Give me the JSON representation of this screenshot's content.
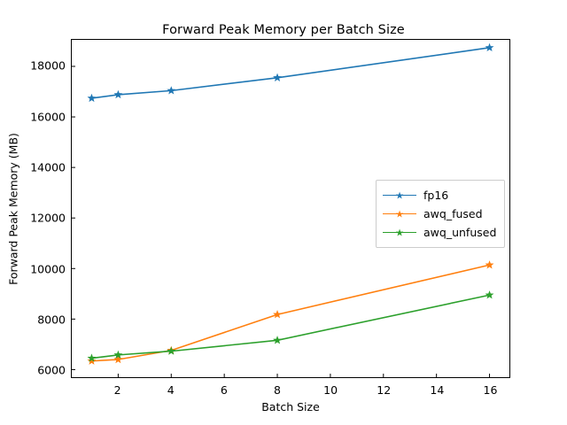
{
  "chart_data": {
    "type": "line",
    "title": "Forward Peak Memory per Batch Size",
    "xlabel": "Batch Size",
    "ylabel": "Forward Peak Memory (MB)",
    "x": [
      1,
      2,
      4,
      8,
      16
    ],
    "xlim": [
      0.25,
      16.75
    ],
    "ylim": [
      5700,
      19050
    ],
    "xticks": [
      2,
      4,
      6,
      8,
      10,
      12,
      14,
      16
    ],
    "xtick_labels": [
      "2",
      "4",
      "6",
      "8",
      "10",
      "12",
      "14",
      "16"
    ],
    "yticks": [
      6000,
      8000,
      10000,
      12000,
      14000,
      16000,
      18000
    ],
    "ytick_labels": [
      "6000",
      "8000",
      "10000",
      "12000",
      "14000",
      "16000",
      "18000"
    ],
    "grid": false,
    "legend_position": "center right",
    "marker": "star",
    "series": [
      {
        "name": "fp16",
        "color": "#1f77b4",
        "values": [
          16740,
          16880,
          17040,
          17550,
          18740
        ]
      },
      {
        "name": "awq_fused",
        "color": "#ff7f0e",
        "values": [
          6340,
          6400,
          6760,
          8180,
          10140
        ]
      },
      {
        "name": "awq_unfused",
        "color": "#2ca02c",
        "values": [
          6450,
          6580,
          6730,
          7160,
          8950
        ]
      }
    ]
  },
  "legend": {
    "entries": [
      {
        "label": "fp16",
        "color": "#1f77b4"
      },
      {
        "label": "awq_fused",
        "color": "#ff7f0e"
      },
      {
        "label": "awq_unfused",
        "color": "#2ca02c"
      }
    ]
  }
}
